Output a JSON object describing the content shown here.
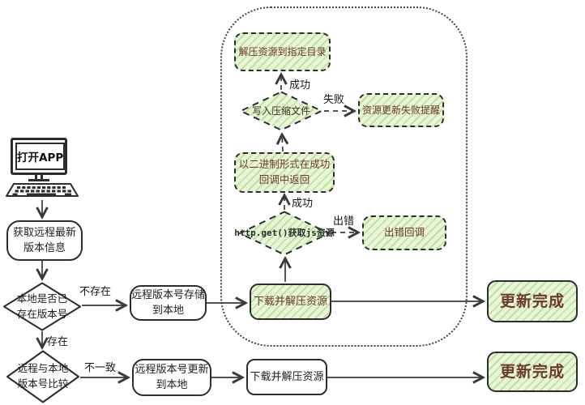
{
  "colors": {
    "fill": "#eaf4da",
    "hatch": "#b9e093",
    "gtext": "#6b392d",
    "ink": "#2d2d2d",
    "line": "#3a3a3a"
  },
  "nodes": {
    "open_app": {
      "label": "打开APP"
    },
    "fetch_remote": {
      "label": "获取远程最新\n版本信息"
    },
    "check_local": {
      "label": "本地是否已\n存在版本号"
    },
    "compare_version": {
      "label": "远程与本地\n版本号比较"
    },
    "store_local": {
      "label": "远程版本号存储\n到本地"
    },
    "update_local": {
      "label": "远程版本号更新\n到本地"
    },
    "download_unzip_top": {
      "label": "下载并解压资源"
    },
    "download_unzip_bottom": {
      "label": "下载并解压资源"
    },
    "update_done_top": {
      "label": "更新完成"
    },
    "update_done_bottom": {
      "label": "更新完成"
    },
    "unzip_to_dir": {
      "label": "解压资源到指定目录"
    },
    "write_zip_file": {
      "label": "写入压缩文件"
    },
    "update_fail_notice": {
      "label": "资源更新失败提醒"
    },
    "binary_callback_return": {
      "label": "以二进制形式在成功\n回调中返回"
    },
    "http_get_js": {
      "label": "http.get()获取js资源"
    },
    "error_callback": {
      "label": "出错回调"
    }
  },
  "edge_labels": {
    "not_exist": "不存在",
    "exist": "存在",
    "not_equal": "不一致",
    "success_write": "成功",
    "fail": "失败",
    "success_get": "成功",
    "error": "出错"
  }
}
